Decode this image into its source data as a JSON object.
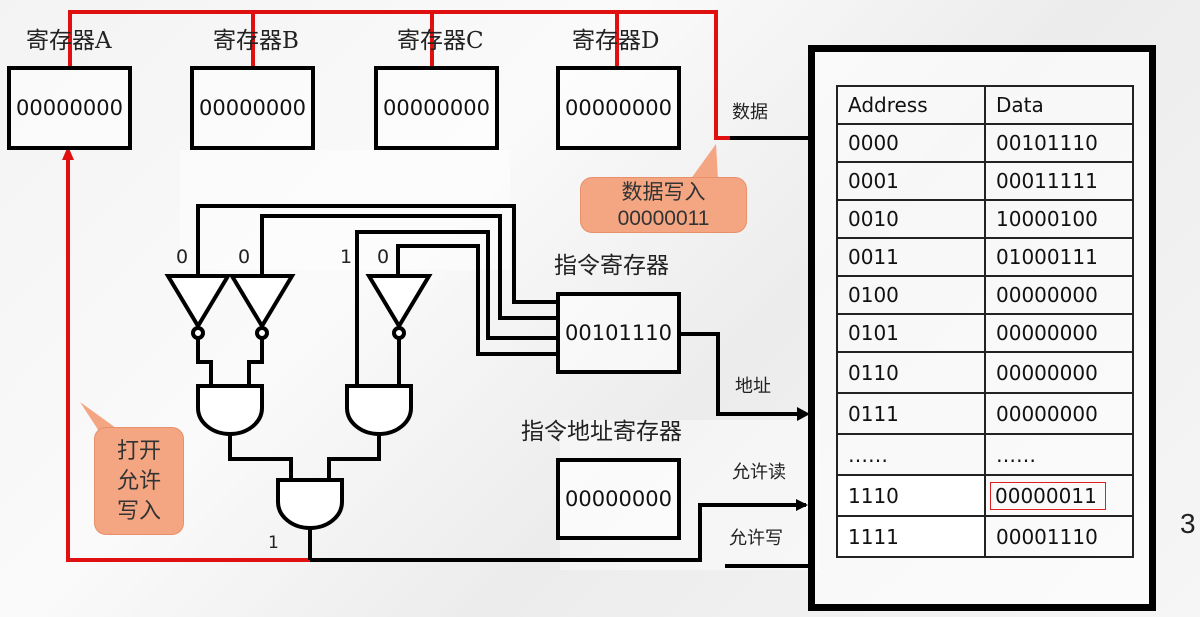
{
  "registers": [
    {
      "title": "寄存器A",
      "value": "00000000"
    },
    {
      "title": "寄存器B",
      "value": "00000000"
    },
    {
      "title": "寄存器C",
      "value": "00000000"
    },
    {
      "title": "寄存器D",
      "value": "00000000"
    }
  ],
  "instruction_register": {
    "title": "指令寄存器",
    "value": "00101110"
  },
  "instruction_address_register": {
    "title": "指令地址寄存器",
    "value": "00000000"
  },
  "decoder_bits": {
    "a": "0",
    "b": "0",
    "c": "1",
    "d": "0",
    "output": "1"
  },
  "signals": {
    "data": "数据",
    "address": "地址",
    "read_enable": "允许读",
    "write_enable": "允许写"
  },
  "callouts": {
    "data_write_line1": "数据写入",
    "data_write_line2": "00000011",
    "open_write_line1": "打开",
    "open_write_line2": "允许",
    "open_write_line3": "写入"
  },
  "memory": {
    "headers": [
      "Address",
      "Data"
    ],
    "rows": [
      {
        "address": "0000",
        "data": "00101110"
      },
      {
        "address": "0001",
        "data": "00011111"
      },
      {
        "address": "0010",
        "data": "10000100"
      },
      {
        "address": "0011",
        "data": "01000111"
      },
      {
        "address": "0100",
        "data": "00000000"
      },
      {
        "address": "0101",
        "data": "00000000"
      },
      {
        "address": "0110",
        "data": "00000000"
      },
      {
        "address": "0111",
        "data": "00000000"
      },
      {
        "address": "……",
        "data": "……"
      },
      {
        "address": "1110",
        "data": "00000011",
        "highlighted": true
      },
      {
        "address": "1111",
        "data": "00001110"
      }
    ]
  },
  "slide_number": "3",
  "colors": {
    "bus_red": "#e01010",
    "callout_fill": "#f4a582",
    "wire": "#000000"
  }
}
